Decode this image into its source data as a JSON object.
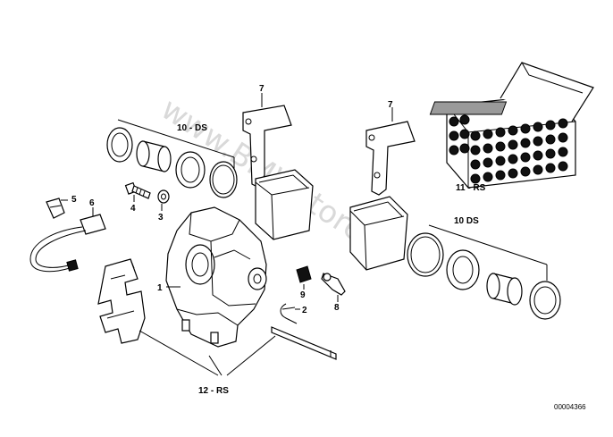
{
  "diagram": {
    "watermark": "www.BMWstore.pl",
    "reference_number": "00004366",
    "callouts": {
      "c1": "1",
      "c2": "2",
      "c3": "3",
      "c4": "4",
      "c5": "5",
      "c6": "6",
      "c7a": "7",
      "c7b": "7",
      "c8": "8",
      "c9": "9",
      "c10_left": "10 - DS",
      "c10_right": "10  DS",
      "c11": "11 - RS",
      "c12": "12 - RS"
    }
  }
}
